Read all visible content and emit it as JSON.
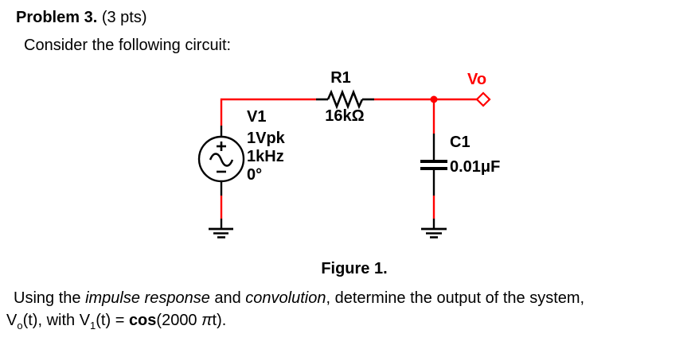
{
  "header": {
    "problem_label": "Problem 3.",
    "points_label": " (3 pts)",
    "intro": "Consider the following circuit:"
  },
  "circuit": {
    "source": {
      "name": "V1",
      "amplitude": "1Vpk",
      "frequency": "1kHz",
      "phase": "0°"
    },
    "resistor": {
      "name": "R1",
      "value": "16kΩ"
    },
    "capacitor": {
      "name": "C1",
      "value": "0.01μF"
    },
    "output": {
      "name": "Vo"
    },
    "colors": {
      "wire": "#ff0000",
      "component": "#000000",
      "output_label": "#ff0000"
    }
  },
  "figure": {
    "caption": "Figure 1."
  },
  "question": {
    "p1": "Using the ",
    "italic1": "impulse response",
    "p2": " and ",
    "italic2": "convolution",
    "p3": ", determine the output of the system,",
    "l2_p1": "V",
    "l2_sub1": "o",
    "l2_p2": "(t), with V",
    "l2_sub2": "1",
    "l2_p3": "(t) = ",
    "l2_cos": "cos",
    "l2_p4": "(2000 ",
    "l2_pi": "π",
    "l2_p5": "t)."
  }
}
